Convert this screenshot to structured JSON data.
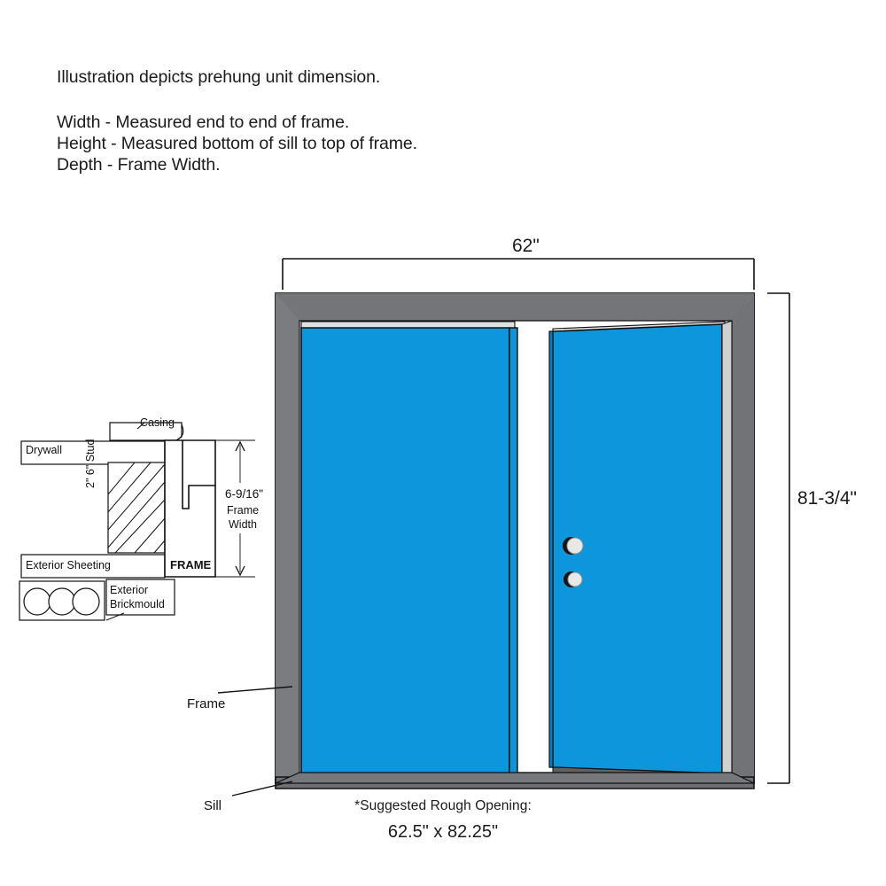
{
  "header": {
    "intro": "Illustration depicts prehung unit dimension.",
    "specs": [
      "Width - Measured end to end of frame.",
      "Height - Measured bottom of sill to top of frame.",
      "Depth - Frame Width."
    ]
  },
  "dimensions": {
    "width_label": "62\"",
    "height_label": "81-3/4\"",
    "frame_width_value": "6-9/16\"",
    "frame_width_line1": "Frame",
    "frame_width_line2": "Width"
  },
  "callouts": {
    "frame": "Frame",
    "sill": "Sill"
  },
  "section_detail": {
    "casing": "Casing",
    "drywall": "Drywall",
    "stud": "2\" 6\" Stud",
    "exterior_sheeting": "Exterior Sheeting",
    "exterior_brickmould_line1": "Exterior",
    "exterior_brickmould_line2": "Brickmould",
    "frame": "FRAME"
  },
  "rough_opening": {
    "caption": "*Suggested Rough Opening:",
    "value": "62.5\" x 82.25\""
  },
  "colors": {
    "door_blue": "#0d96dc",
    "door_blue_edge": "#0b7fbd",
    "frame_gray": "#75777a",
    "frame_gray_dark": "#6a6c6f",
    "frame_gray_light": "#c9cacb",
    "sill_gray": "#6e7073",
    "outline": "#111111",
    "hardware_light": "#e8e8e6",
    "hardware_dark": "#1a1a1a",
    "background": "#ffffff"
  }
}
